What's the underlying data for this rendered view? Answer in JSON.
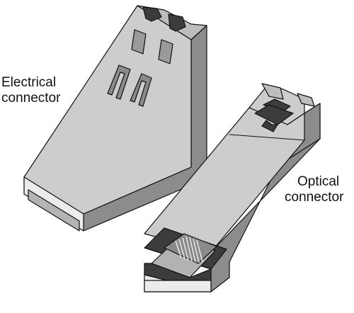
{
  "labels": {
    "electrical_line1": "Electrical",
    "electrical_line2": "connector",
    "optical_line1": "Optical",
    "optical_line2": "connector"
  },
  "colors": {
    "top_face": "#c8c8c8",
    "front_face": "#e6e6e6",
    "side_face": "#8c8c8c",
    "dark_face": "#3c3c3c",
    "mid_face": "#b2b2b2",
    "light_face": "#f0f0f0",
    "outline": "#111111"
  }
}
